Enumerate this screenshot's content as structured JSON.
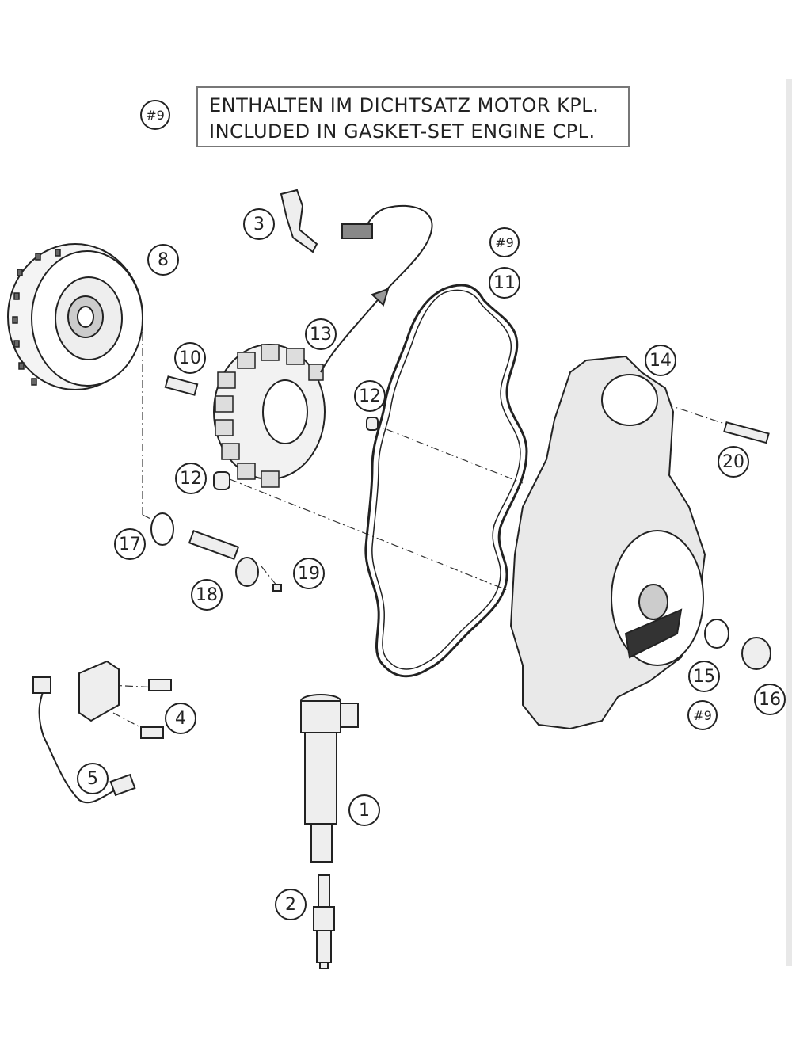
{
  "note": {
    "ref": "#9",
    "line1": "ENTHALTEN IM DICHTSATZ MOTOR KPL.",
    "line2": "INCLUDED IN GASKET-SET ENGINE CPL."
  },
  "callouts": [
    {
      "id": "c1",
      "label": "1"
    },
    {
      "id": "c2",
      "label": "2"
    },
    {
      "id": "c3",
      "label": "3"
    },
    {
      "id": "c4",
      "label": "4"
    },
    {
      "id": "c5",
      "label": "5"
    },
    {
      "id": "c8",
      "label": "8"
    },
    {
      "id": "c9a",
      "label": "#9"
    },
    {
      "id": "c10",
      "label": "10"
    },
    {
      "id": "c11",
      "label": "11"
    },
    {
      "id": "c12a",
      "label": "12"
    },
    {
      "id": "c12b",
      "label": "12"
    },
    {
      "id": "c13",
      "label": "13"
    },
    {
      "id": "c14",
      "label": "14"
    },
    {
      "id": "c15",
      "label": "15"
    },
    {
      "id": "c9b",
      "label": "#9"
    },
    {
      "id": "c16",
      "label": "16"
    },
    {
      "id": "c17",
      "label": "17"
    },
    {
      "id": "c18",
      "label": "18"
    },
    {
      "id": "c19",
      "label": "19"
    },
    {
      "id": "c20",
      "label": "20"
    }
  ]
}
